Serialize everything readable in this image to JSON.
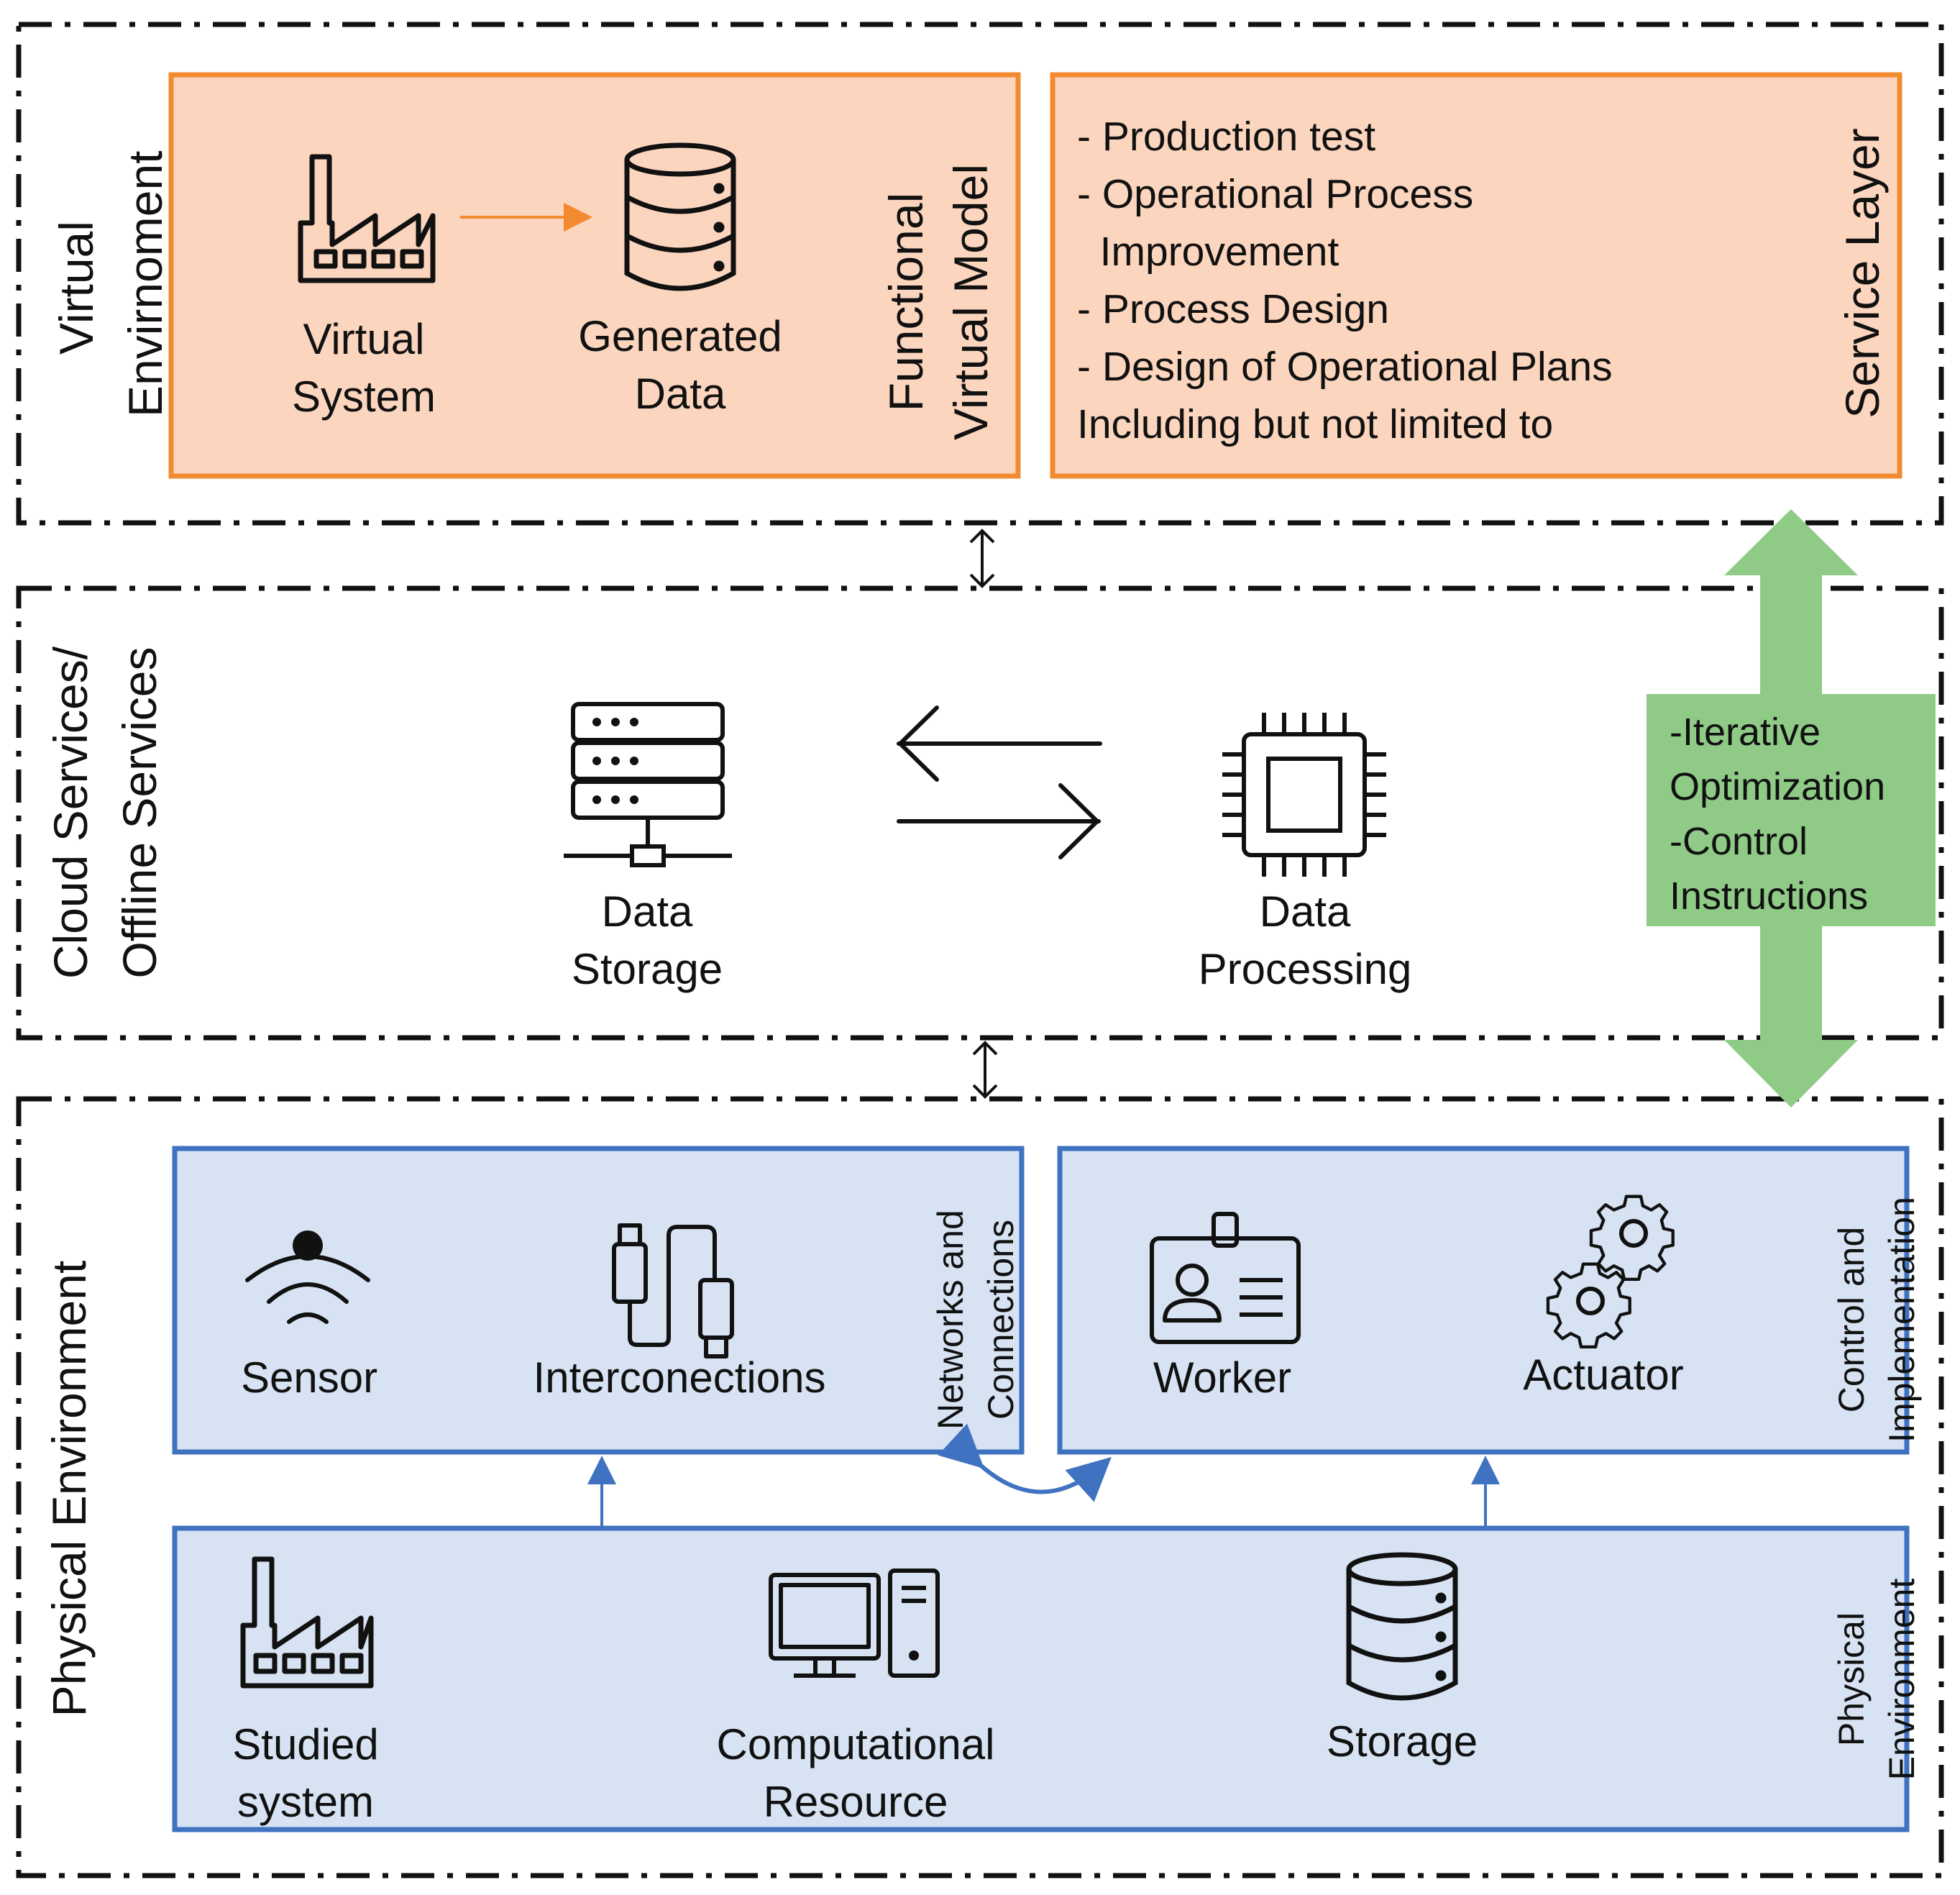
{
  "virtual_environment": {
    "title": "Virtual\nEnvirnoment",
    "functional_model": {
      "title": "Functional\nVirtual Model",
      "virtual_system_label": "Virtual\nSystem",
      "generated_data_label": "Generated\nData"
    },
    "service_layer": {
      "title": "Service Layer",
      "items": [
        "- Production test",
        "- Operational Process",
        "  Improvement",
        "- Process Design",
        "- Design of Operational Plans",
        "Including but not limited to"
      ]
    }
  },
  "cloud_services": {
    "title": "Cloud Services/\nOffline Services",
    "data_storage_label": "Data\nStorage",
    "data_processing_label": "Data\nProcessing"
  },
  "feedback": {
    "text": "-Iterative\nOptimization\n-Control\nInstructions"
  },
  "physical_environment": {
    "title": "Physical Environment",
    "networks": {
      "title": "Networks and\nConnections",
      "sensor_label": "Sensor",
      "interconnections_label": "Interconections"
    },
    "control": {
      "title": "Control and\nImplementation",
      "worker_label": "Worker",
      "actuator_label": "Actuator"
    },
    "physical": {
      "title": "Physical\nEnvironment",
      "studied_system_label": "Studied\nsystem",
      "computational_label": "Computational\nResource",
      "storage_label": "Storage"
    }
  },
  "colors": {
    "orange_fill": "#fbd5bd",
    "orange_border": "#f28a30",
    "blue_fill": "#d7e3f3",
    "blue_border": "#3f72c0",
    "green": "#8fcb87"
  }
}
